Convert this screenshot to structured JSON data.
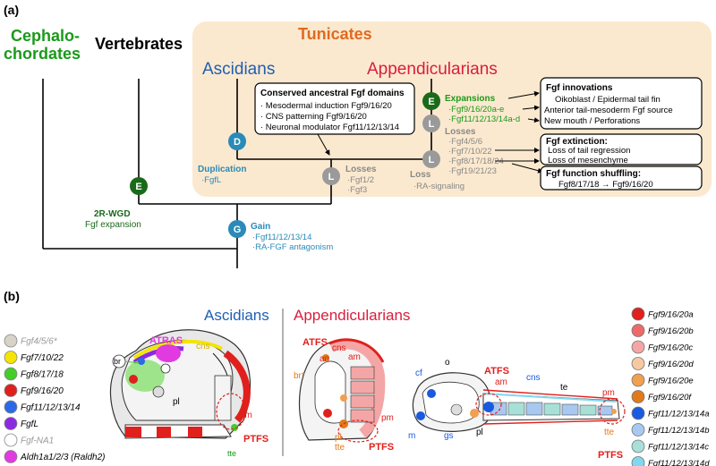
{
  "panel_a": {
    "label": "(a)",
    "groups": {
      "cephalochordates_line1": "Cephalo-",
      "cephalochordates_line2": "chordates",
      "vertebrates": "Vertebrates",
      "tunicates": "Tunicates",
      "ascidians": "Ascidians",
      "appendicularians": "Appendicularians"
    },
    "colors": {
      "green": "#1a9a1a",
      "blue": "#1e5fb4",
      "orange": "#e06a1f",
      "red": "#d81e3c",
      "teal": "#2a8ab8",
      "darkgreen": "#1a6a1a",
      "gray": "#999999",
      "panel": "#fbe9cf"
    },
    "conserved_box": {
      "title": "Conserved ancestral Fgf domains",
      "lines": [
        "· Mesodermal induction Fgf9/16/20",
        "· CNS patterning Fgf9/16/20",
        "· Neuronal modulator Fgf11/12/13/14"
      ]
    },
    "nodes": {
      "wgd": {
        "letter": "E",
        "title": "2R-WGD",
        "desc": "Fgf expansion"
      },
      "gain": {
        "letter": "G",
        "title": "Gain",
        "items": [
          "·Fgf11/12/13/14",
          "·RA-FGF antagonism"
        ]
      },
      "duplication": {
        "letter": "D",
        "title": "Duplication",
        "items": [
          "·FgfL"
        ]
      },
      "losses_tunicate": {
        "letter": "L",
        "title": "Losses",
        "items": [
          "·Fgf1/2",
          "·Fgf3"
        ]
      },
      "loss_ra": {
        "letter": "L",
        "title": "Loss",
        "items": [
          "·RA-signaling"
        ]
      },
      "expansions": {
        "letter": "E",
        "title": "Expansions",
        "items": [
          "·Fgf9/16/20a-e",
          "·Fgf11/12/13/14a-d"
        ]
      },
      "losses_app": {
        "letter": "L",
        "title": "Losses",
        "items": [
          "·Fgf4/5/6",
          "·Fgf7/10/22",
          "·Fgf8/17/18/24",
          "·Fgf19/21/23"
        ]
      }
    },
    "innovations_box": {
      "title": "Fgf innovations",
      "items": [
        "Oikoblast / Epidermal tail fin",
        "Anterior tail-mesoderm Fgf source",
        "New mouth / Perforations"
      ]
    },
    "extinction_box": {
      "title": "Fgf extinction:",
      "items": [
        "Loss of tail regression",
        "Loss of mesenchyme"
      ]
    },
    "shuffling_box": {
      "title": "Fgf function shuffling:",
      "text": "Fgf8/17/18 → Fgf9/16/20"
    }
  },
  "panel_b": {
    "label": "(b)",
    "ascidians_title": "Ascidians",
    "appendicularians_title": "Appendicularians",
    "left_legend": [
      {
        "label": "Fgf4/5/6*",
        "color": "#d8d2c8",
        "gray": true
      },
      {
        "label": "Fgf7/10/22",
        "color": "#f4e400",
        "gray": false
      },
      {
        "label": "Fgf8/17/18",
        "color": "#44cc2a",
        "gray": false
      },
      {
        "label": "Fgf9/16/20",
        "color": "#e0201c",
        "gray": false
      },
      {
        "label": "Fgf11/12/13/14",
        "color": "#2a6ae6",
        "gray": false
      },
      {
        "label": "FgfL",
        "color": "#8a2ae0",
        "gray": false
      },
      {
        "label": "Fgf-NA1",
        "color": "#ffffff",
        "gray": true
      },
      {
        "label": "Aldh1a1/2/3 (Raldh2)",
        "color": "#e03ae0",
        "gray": false
      }
    ],
    "right_legend": [
      {
        "label": "Fgf9/16/20a",
        "color": "#e0201c"
      },
      {
        "label": "Fgf9/16/20b",
        "color": "#ee6a6a"
      },
      {
        "label": "Fgf9/16/20c",
        "color": "#f4a6a6"
      },
      {
        "label": "Fgf9/16/20d",
        "color": "#f6c9a0"
      },
      {
        "label": "Fgf9/16/20e",
        "color": "#f0a050"
      },
      {
        "label": "Fgf9/16/20f",
        "color": "#e07a1a"
      },
      {
        "label": "Fgf11/12/13/14a",
        "color": "#1a5ae0"
      },
      {
        "label": "Fgf11/12/13/14b",
        "color": "#a8c8f0"
      },
      {
        "label": "Fgf11/12/13/14c",
        "color": "#a8e0d8"
      },
      {
        "label": "Fgf11/12/13/14d",
        "color": "#80d8f0"
      }
    ],
    "ascidian_labels": {
      "atras": "ATRAS",
      "cns": "cns",
      "br": "br",
      "pl": "pl",
      "pm": "pm",
      "ptfs": "PTFS",
      "tte": "tte"
    },
    "app1_labels": {
      "atfs": "ATFS",
      "an": "an",
      "cns": "cns",
      "am": "am",
      "br": "br*",
      "pl": "pl",
      "tte": "tte",
      "pm": "pm",
      "ptfs": "PTFS"
    },
    "app2_labels": {
      "cf": "cf",
      "o": "o",
      "atfs": "ATFS",
      "am": "am",
      "cns": "cns",
      "te": "te",
      "m": "m",
      "gs": "gs",
      "pl": "pl",
      "pm": "pm",
      "tte": "tte",
      "ptfs": "PTFS"
    }
  }
}
